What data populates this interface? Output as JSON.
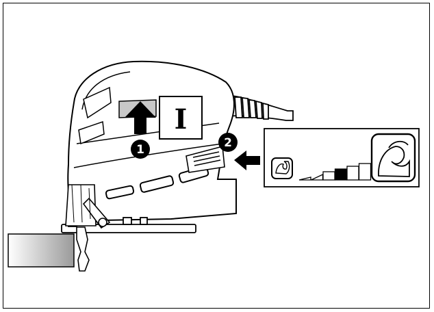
{
  "switch": {
    "position_label": "I"
  },
  "callouts": [
    {
      "number": "1"
    },
    {
      "number": "2"
    }
  ],
  "speed_panel": {
    "low_icon": "weak-arm-icon",
    "high_icon": "strong-arm-icon",
    "levels": 6,
    "selected_level": 3
  },
  "colors": {
    "line": "#000000",
    "fill": "#ffffff",
    "shade": "#c8c8c8",
    "callout": "#000000"
  }
}
